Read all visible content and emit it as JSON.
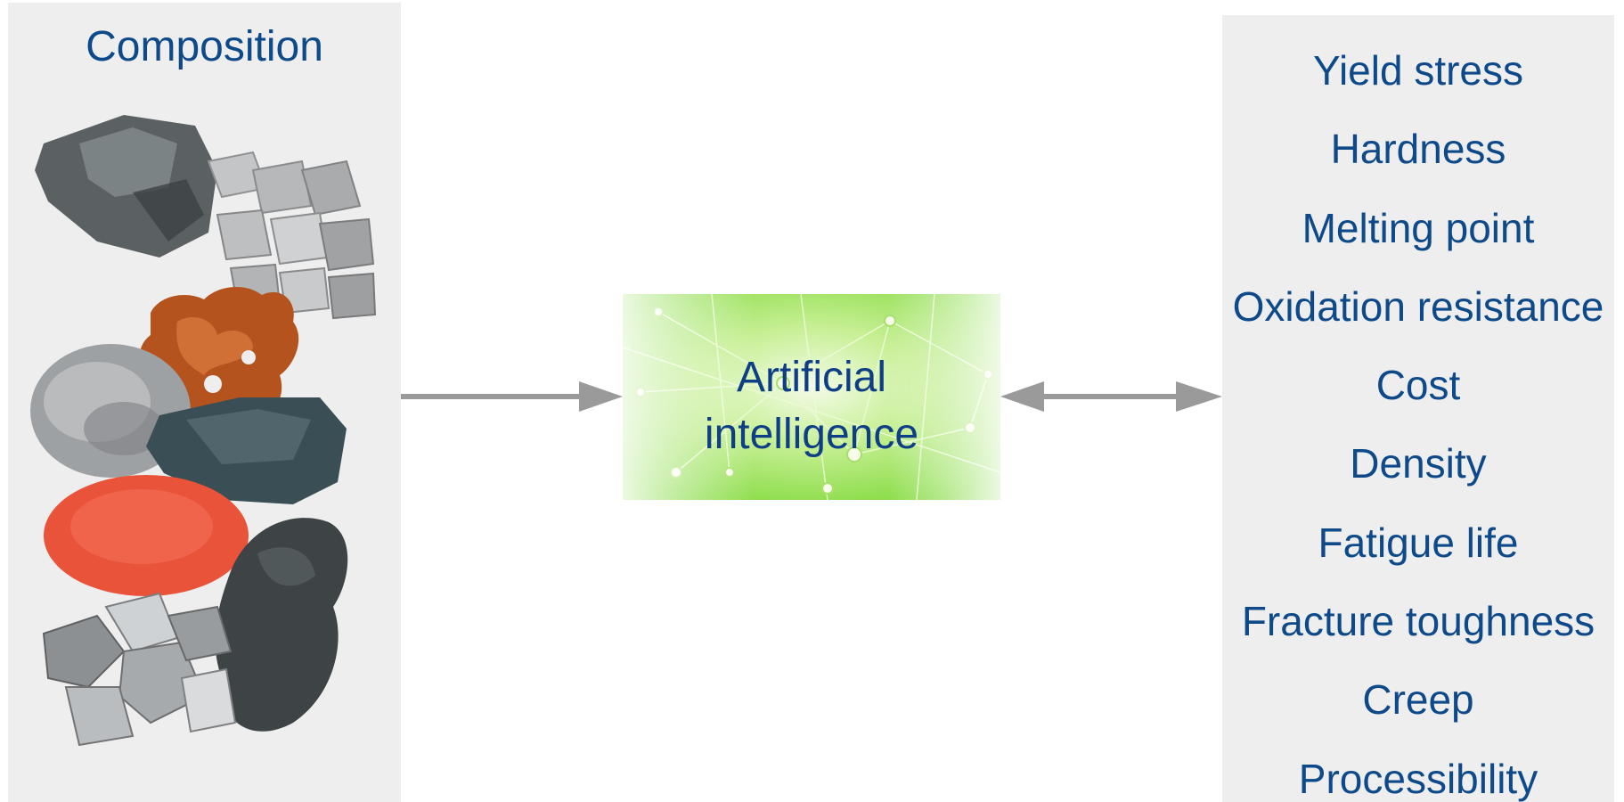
{
  "left_panel": {
    "title": "Composition"
  },
  "center": {
    "line1": "Artificial",
    "line2": "intelligence"
  },
  "right_panel": {
    "properties": [
      "Yield stress",
      "Hardness",
      "Melting point",
      "Oxidation resistance",
      "Cost",
      "Density",
      "Fatigue life",
      "Fracture toughness",
      "Creep",
      "Processibility"
    ]
  },
  "colors": {
    "text": "#0e4a8a",
    "panel": "#eeeeee",
    "arrow": "#9a9a9a",
    "ai_green": "#8ee04a"
  }
}
